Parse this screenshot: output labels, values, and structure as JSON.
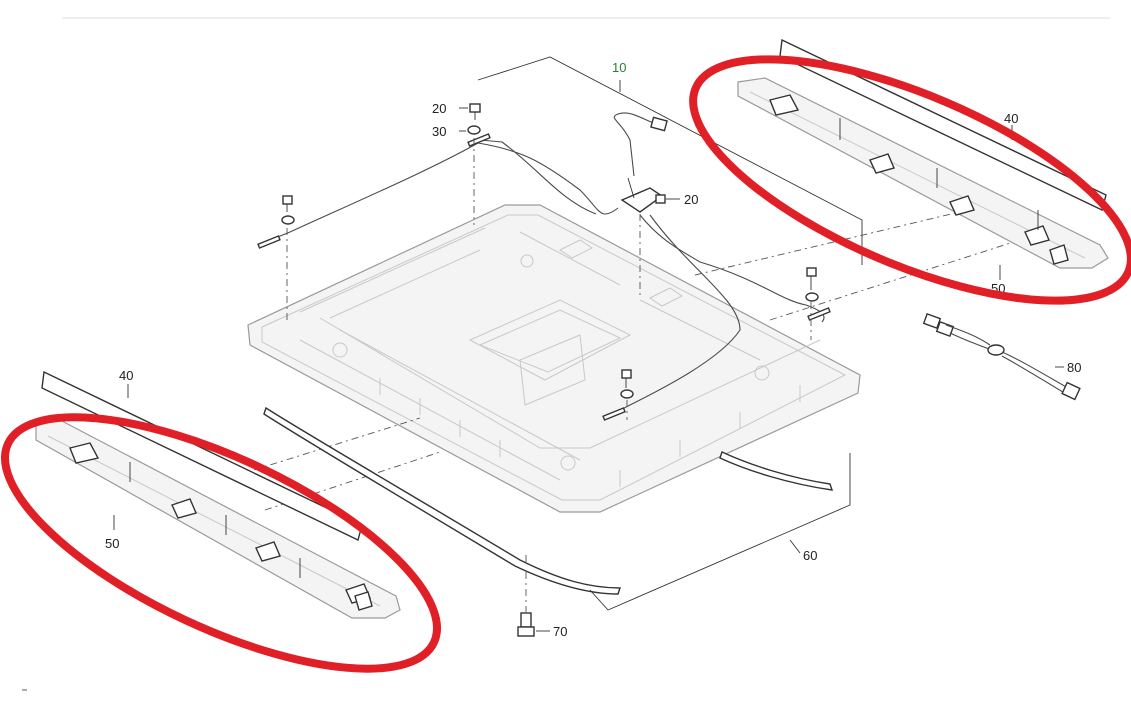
{
  "callouts": {
    "frame": "10",
    "screw_top": "20",
    "washer_top": "30",
    "screw_right": "20",
    "cover_right": "40",
    "bracket_right": "50",
    "harness": "80",
    "cover_left": "40",
    "bracket_left": "50",
    "trim_strip": "60",
    "bolt_bottom": "70"
  },
  "colors": {
    "highlight": "#e01f26",
    "callout_frame": "#2e7d32",
    "line": "#333333",
    "divider": "#dddddd"
  }
}
